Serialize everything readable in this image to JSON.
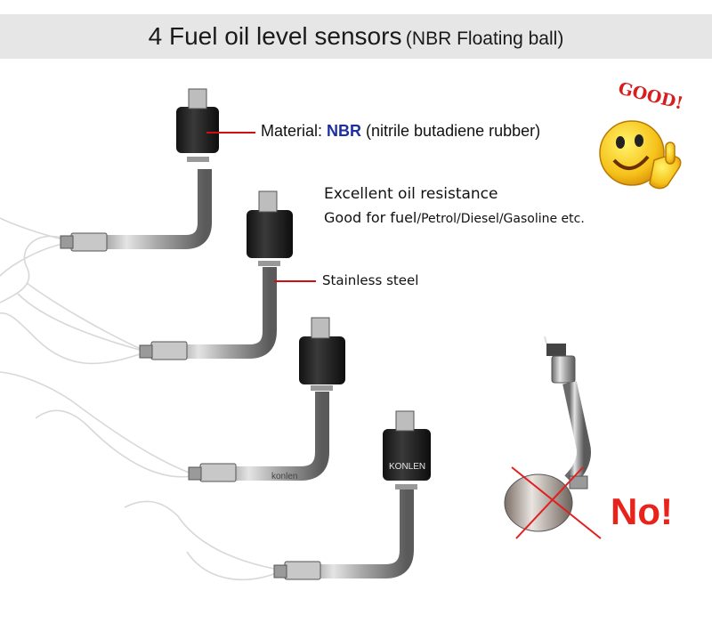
{
  "title": {
    "main": "4 Fuel oil level sensors",
    "sub": "(NBR Floating ball)"
  },
  "labels": {
    "material_prefix": "Material: ",
    "material_highlight": "NBR",
    "material_suffix": " (nitrile butadiene rubber)",
    "oil_resistance": "Excellent oil resistance",
    "good_for_prefix": "Good for fuel",
    "good_for_rest": "/Petrol/Diesel/Gasoline etc.",
    "stainless": "Stainless steel"
  },
  "watermarks": {
    "brand_lower": "konlen",
    "brand_upper": "KONLEN"
  },
  "badge": {
    "good": "GOOD!",
    "no": "No!"
  },
  "colors": {
    "accent_blue": "#1d2f9e",
    "red": "#e8231c",
    "title_bg": "#e6e6e6"
  }
}
